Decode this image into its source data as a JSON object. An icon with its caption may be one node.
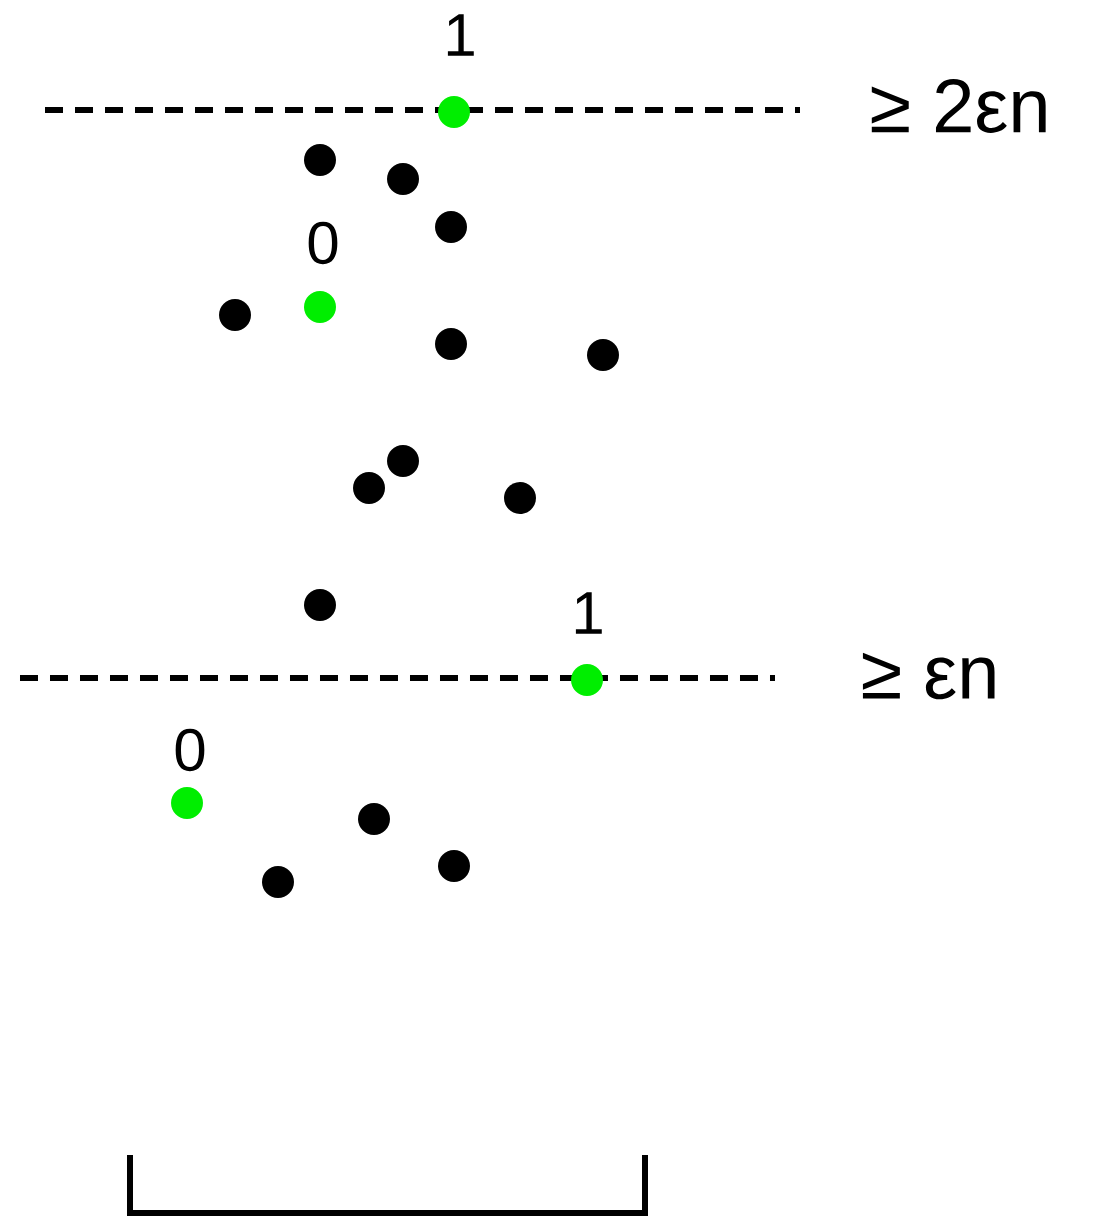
{
  "diagram": {
    "labels": [
      "1",
      "≥ 2εn",
      "0",
      "1",
      "≥ εn",
      "0"
    ]
  }
}
